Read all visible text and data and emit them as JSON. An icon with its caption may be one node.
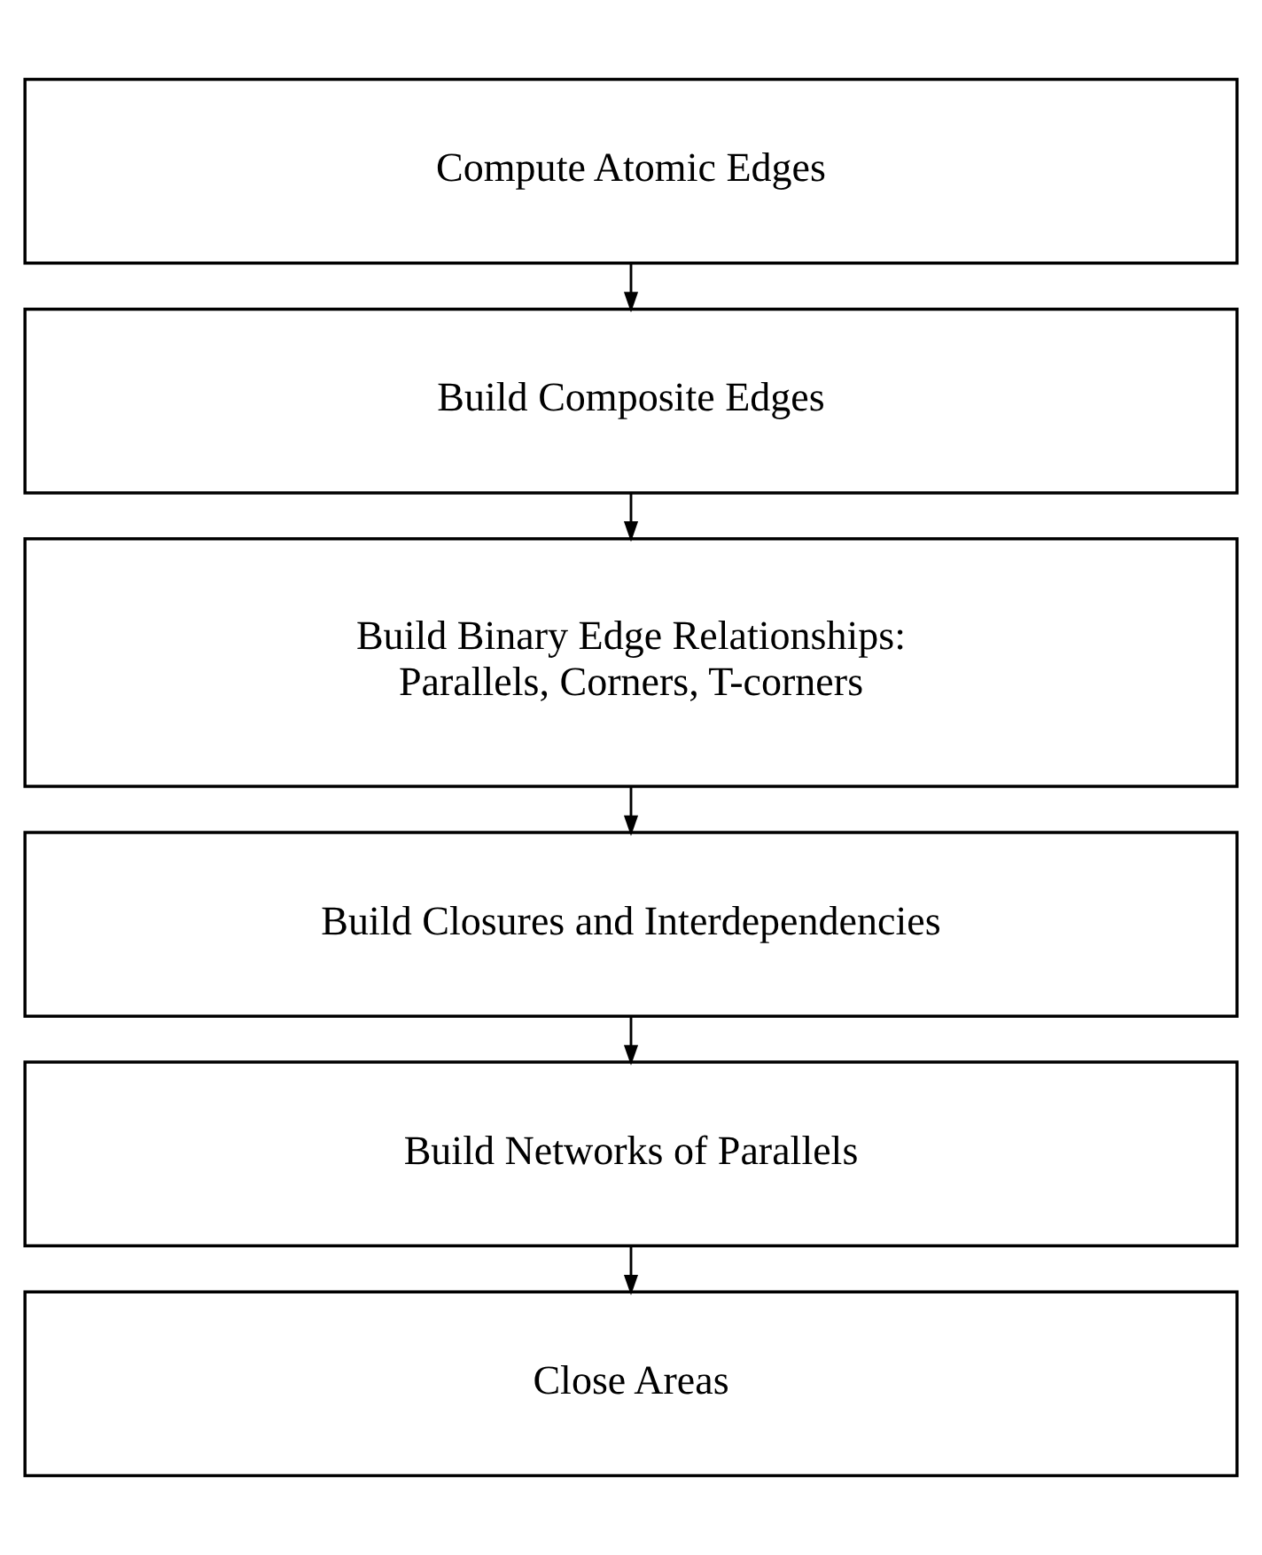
{
  "diagram": {
    "nodes": [
      {
        "text": [
          "Compute Atomic Edges"
        ]
      },
      {
        "text": [
          "Build Composite Edges"
        ]
      },
      {
        "text": [
          "Build Binary Edge Relationships: Parallels, Corners, T-corners"
        ]
      },
      {
        "text": [
          "Build Closures and Interdependencies"
        ]
      },
      {
        "text": [
          "Build Networks of Parallels"
        ]
      },
      {
        "text": [
          "Close Areas"
        ]
      }
    ],
    "edges": [
      {
        "from": 0,
        "to": 1,
        "arrow": "to"
      },
      {
        "from": 1,
        "to": 2,
        "arrow": "to"
      },
      {
        "from": 2,
        "to": 3,
        "arrow": "to"
      },
      {
        "from": 3,
        "to": 4,
        "arrow": "to"
      },
      {
        "from": 4,
        "to": 5,
        "arrow": "to"
      }
    ]
  }
}
